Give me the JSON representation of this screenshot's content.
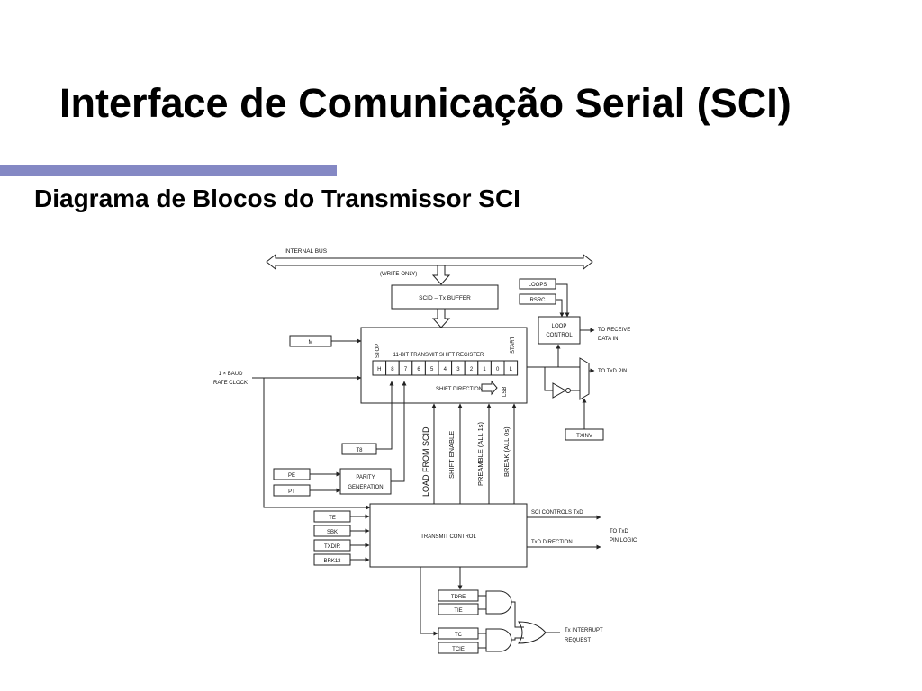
{
  "slide": {
    "title": "Interface de Comunicação Serial (SCI)",
    "subtitle": "Diagrama de Blocos do Transmissor SCI",
    "rule_color": "#8488c4"
  },
  "diagram": {
    "internal_bus": "INTERNAL BUS",
    "write_only": "(WRITE-ONLY)",
    "tx_buffer": "SCID – Tx BUFFER",
    "loops": "LOOPS",
    "rsrc": "RSRC",
    "loop_control": [
      "LOOP",
      "CONTROL"
    ],
    "to_receive": [
      "TO RECEIVE",
      "DATA IN"
    ],
    "m_box": "M",
    "baud_clock": [
      "1 × BAUD",
      "RATE CLOCK"
    ],
    "stop": "STOP",
    "start": "START",
    "shift_register_title": "11-BIT TRANSMIT SHIFT REGISTER",
    "shift_bits": [
      "H",
      "8",
      "7",
      "6",
      "5",
      "4",
      "3",
      "2",
      "1",
      "0",
      "L"
    ],
    "shift_direction": "SHIFT DIRECTION",
    "lsb": "LSB",
    "to_txd_pin": "TO TxD PIN",
    "txinv": "TXINV",
    "t8": "T8",
    "pe": "PE",
    "pt": "PT",
    "parity_generation": [
      "PARITY",
      "GENERATION"
    ],
    "load_from_scid": "LOAD FROM SCID",
    "shift_enable": "SHIFT ENABLE",
    "preamble": "PREAMBLE (ALL 1s)",
    "break": "BREAK (ALL 0s)",
    "control_inputs": [
      "TE",
      "SBK",
      "TXDIR",
      "BRK13"
    ],
    "transmit_control": "TRANSMIT CONTROL",
    "sci_controls_txd": "SCI CONTROLS TxD",
    "txd_direction": "TxD DIRECTION",
    "to_txd_pin_logic": [
      "TO TxD",
      "PIN LOGIC"
    ],
    "tdre": "TDRE",
    "tie": "TIE",
    "tc": "TC",
    "tcie": "TCIE",
    "tx_interrupt": [
      "Tx INTERRUPT",
      "REQUEST"
    ]
  }
}
